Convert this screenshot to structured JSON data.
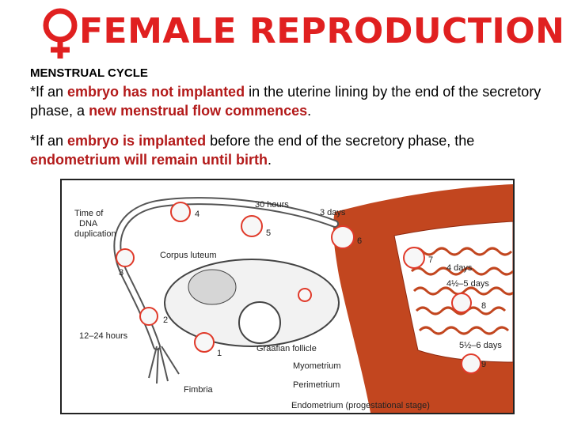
{
  "title": "FEMALE REPRODUCTION",
  "subtitle": "MENSTRUAL CYCLE",
  "paragraph1": {
    "t1": "*If an ",
    "h1": "embryo has not implanted",
    "t2": " in the uterine lining by the end of the secretory phase, a ",
    "h2": "new menstrual flow commences",
    "t3": "."
  },
  "paragraph2": {
    "t1": "*If an ",
    "h1": "embryo is implanted",
    "t2": " before the end of the secretory phase, the ",
    "h2": "endometrium will remain until birth",
    "t3": "."
  },
  "figure": {
    "labels": {
      "time_dna": "Time of",
      "time_dna2": "DNA",
      "time_dna3": "duplication",
      "hours30": "30 hours",
      "days3": "3 days",
      "corpus_luteum": "Corpus luteum",
      "days4": "4 days",
      "days45": "4½–5 days",
      "hours1224": "12–24 hours",
      "graafian": "Graafian follicle",
      "days556": "5½–6 days",
      "myometrium": "Myometrium",
      "perimetrium": "Perimetrium",
      "fimbria": "Fimbria",
      "endometrium": "Endometrium (progestational stage)"
    },
    "stages": [
      "1",
      "2",
      "3",
      "4",
      "5",
      "6",
      "7",
      "8",
      "9"
    ]
  },
  "colors": {
    "title_red": "#e02020",
    "highlight_red": "#b31a1a",
    "tissue": "#c2461f",
    "tissue_dark": "#8f2a10",
    "circle_red": "#e03a2a"
  },
  "icons": [
    "venus-symbol-icon"
  ]
}
